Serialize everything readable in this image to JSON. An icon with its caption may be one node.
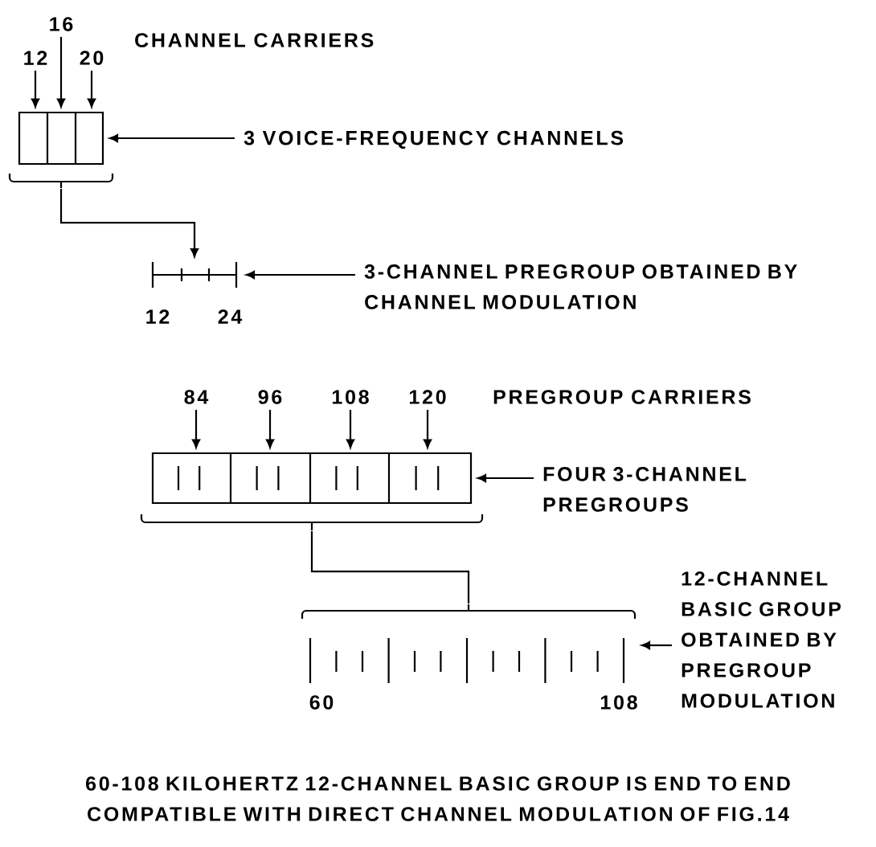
{
  "diagram": {
    "caption": "60-108 KILOHERTZ 12-CHANNEL BASIC GROUP IS END TO END COMPATIBLE WITH DIRECT CHANNEL MODULATION OF FIG.14",
    "nodes": [
      {
        "text": [
          "12"
        ]
      },
      {
        "text": [
          "16"
        ]
      },
      {
        "text": [
          "20"
        ]
      },
      {
        "text": [],
        "shape": "box"
      },
      {
        "text": [
          "3 VOICE-FREQUENCY CHANNELS"
        ]
      },
      {
        "text": [],
        "shape": "bar",
        "beside": [
          "12",
          "24"
        ]
      },
      {
        "text": [
          "3-CHANNEL PREGROUP OBTAINED BY CHANNEL MODULATION"
        ]
      },
      {
        "text": [
          "84"
        ]
      },
      {
        "text": [
          "96"
        ]
      },
      {
        "text": [
          "108"
        ]
      },
      {
        "text": [
          "120"
        ]
      },
      {
        "text": [],
        "shape": "box"
      },
      {
        "text": [
          "FOUR 3-CHANNEL PREGROUPS"
        ]
      },
      {
        "text": [
          "12-CHANNEL BASIC GROUP OBTAINED BY PREGROUP MODULATION"
        ]
      },
      {
        "text": [],
        "shape": "bar",
        "beside": [
          "60",
          "108"
        ]
      }
    ],
    "edges": [
      {
        "from": 0,
        "to": 3,
        "arrow": "to"
      },
      {
        "from": 1,
        "to": 3,
        "arrow": "to"
      },
      {
        "from": 2,
        "to": 3,
        "arrow": "to"
      },
      {
        "from": 4,
        "to": 3,
        "arrow": "to"
      },
      {
        "from": 3,
        "to": 5,
        "arrow": "to"
      },
      {
        "from": 6,
        "to": 5,
        "arrow": "to"
      },
      {
        "from": 7,
        "to": 11,
        "arrow": "to"
      },
      {
        "from": 8,
        "to": 11,
        "arrow": "to"
      },
      {
        "from": 9,
        "to": 11,
        "arrow": "to"
      },
      {
        "from": 10,
        "to": 11,
        "arrow": "to"
      },
      {
        "from": 12,
        "to": 11,
        "arrow": "to"
      },
      {
        "from": 11,
        "to": 14,
        "arrow": "none"
      },
      {
        "from": 13,
        "to": 14,
        "arrow": "to"
      }
    ],
    "labels": [
      "CHANNEL CARRIERS",
      "PREGROUP CARRIERS"
    ]
  }
}
